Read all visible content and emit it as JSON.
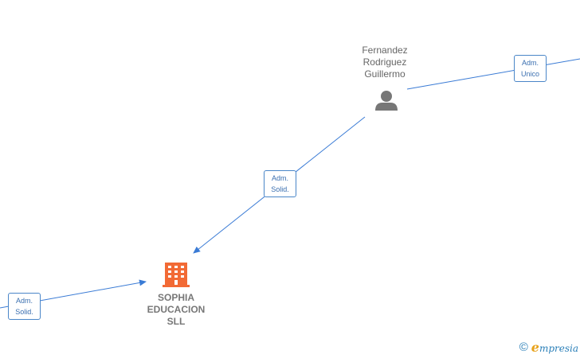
{
  "person": {
    "lines": [
      "Fernandez",
      "Rodriguez",
      "Guillermo"
    ],
    "icon": "person-icon"
  },
  "company": {
    "lines": [
      "SOPHIA",
      "EDUCACION",
      "SLL"
    ],
    "icon": "building-icon"
  },
  "edges": {
    "top_right": {
      "lines": [
        "Adm.",
        "Unico"
      ]
    },
    "person_company": {
      "lines": [
        "Adm.",
        "Solid."
      ]
    },
    "left": {
      "lines": [
        "Adm.",
        "Solid."
      ]
    }
  },
  "watermark": {
    "copyright": "©",
    "brand_initial": "e",
    "brand_rest": "mpresia"
  },
  "colors": {
    "edge": "#3a7bd5",
    "company_icon": "#f26a35",
    "person_icon": "#777777"
  }
}
